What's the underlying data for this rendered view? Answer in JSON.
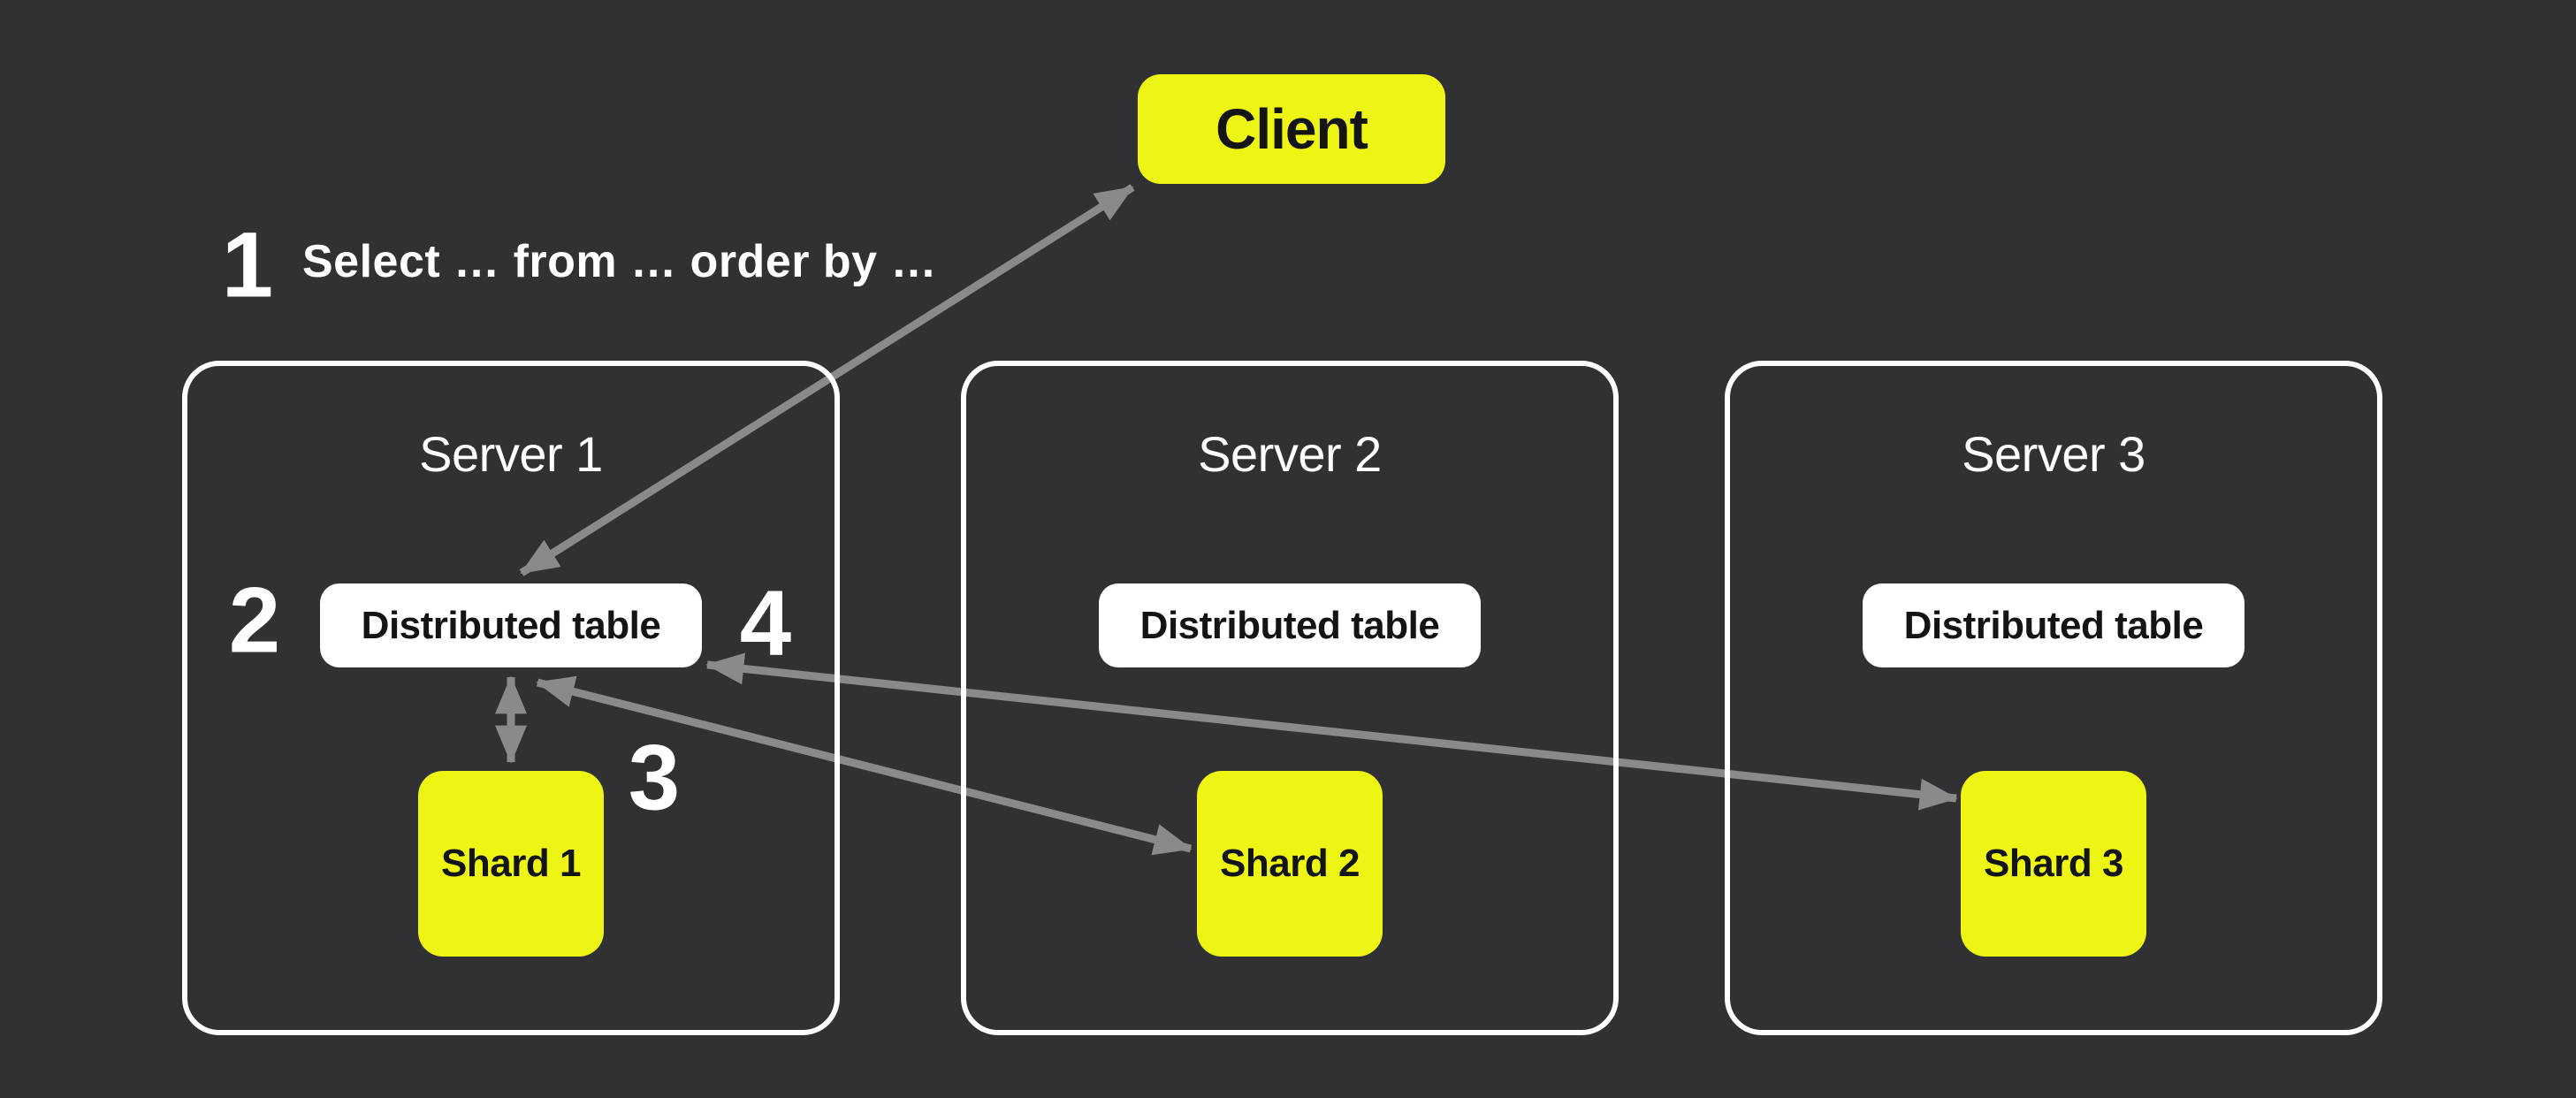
{
  "diagram": {
    "client_label": "Client",
    "steps": [
      {
        "number": "1",
        "label": "Select … from … order by …"
      },
      {
        "number": "2"
      },
      {
        "number": "3"
      },
      {
        "number": "4"
      }
    ],
    "servers": [
      {
        "title": "Server 1",
        "table_label": "Distributed table",
        "shard_label": "Shard 1"
      },
      {
        "title": "Server 2",
        "table_label": "Distributed table",
        "shard_label": "Shard 2"
      },
      {
        "title": "Server 3",
        "table_label": "Distributed table",
        "shard_label": "Shard 3"
      }
    ],
    "colors": {
      "background": "#313133",
      "accent_yellow": "#ECF513",
      "arrow_gray": "#8A8A8A",
      "box_white": "#FFFFFF",
      "text_dark": "#141414",
      "text_white": "#FFFFFF"
    }
  }
}
